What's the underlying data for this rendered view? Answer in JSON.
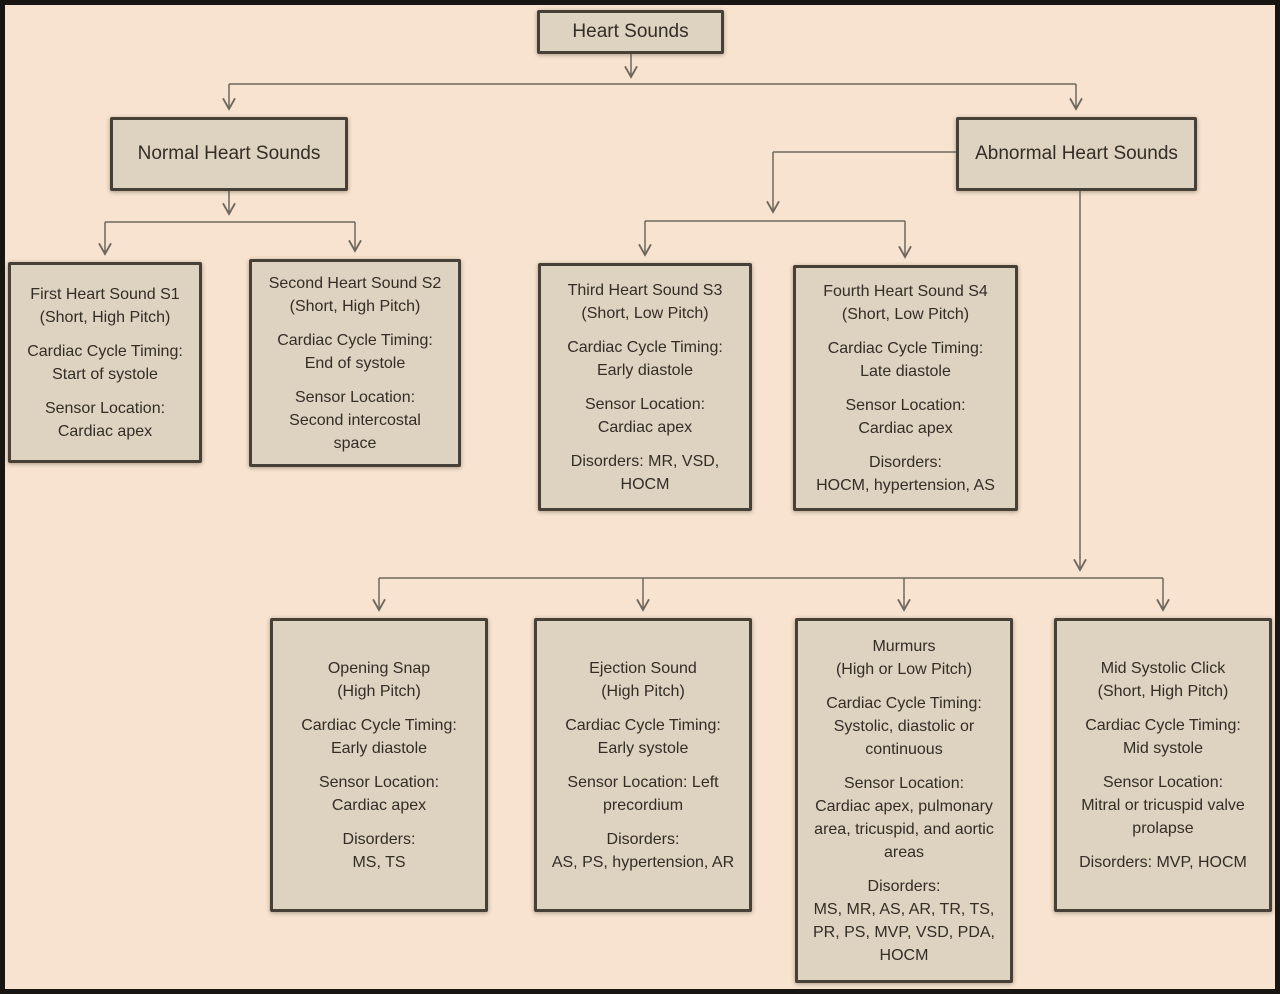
{
  "palette": {
    "background": "#f7e3cf",
    "box_fill": "#ded2c1",
    "box_border": "#474037",
    "connector_line": "#6f675d",
    "text_color": "#332d26",
    "outer_frame": "#181512"
  },
  "root": {
    "label": "Heart Sounds"
  },
  "branches": {
    "normal": {
      "label": "Normal Heart Sounds"
    },
    "abnormal": {
      "label": "Abnormal Heart Sounds"
    }
  },
  "nodes": [
    {
      "id": "s1",
      "sections": [
        [
          "First Heart Sound S1",
          "(Short, High Pitch)"
        ],
        [
          "Cardiac Cycle Timing:",
          "Start of systole"
        ],
        [
          "Sensor Location:",
          "Cardiac apex"
        ]
      ]
    },
    {
      "id": "s2",
      "sections": [
        [
          "Second Heart Sound S2",
          "(Short, High Pitch)"
        ],
        [
          "Cardiac Cycle Timing:",
          "End of systole"
        ],
        [
          "Sensor Location:",
          "Second intercostal",
          "space"
        ]
      ]
    },
    {
      "id": "s3",
      "sections": [
        [
          "Third Heart Sound S3",
          "(Short, Low Pitch)"
        ],
        [
          "Cardiac Cycle Timing:",
          "Early diastole"
        ],
        [
          "Sensor Location:",
          "Cardiac apex"
        ],
        [
          "Disorders: MR, VSD,",
          "HOCM"
        ]
      ]
    },
    {
      "id": "s4",
      "sections": [
        [
          "Fourth Heart Sound S4",
          "(Short, Low Pitch)"
        ],
        [
          "Cardiac Cycle Timing:",
          "Late diastole"
        ],
        [
          "Sensor Location:",
          "Cardiac apex"
        ],
        [
          "Disorders:",
          "HOCM, hypertension, AS"
        ]
      ]
    },
    {
      "id": "opening-snap",
      "sections": [
        [
          "Opening Snap",
          "(High Pitch)"
        ],
        [
          "Cardiac Cycle Timing:",
          "Early diastole"
        ],
        [
          "Sensor Location:",
          "Cardiac apex"
        ],
        [
          "Disorders:",
          "MS, TS"
        ]
      ]
    },
    {
      "id": "ejection-sound",
      "sections": [
        [
          "Ejection Sound",
          "(High Pitch)"
        ],
        [
          "Cardiac Cycle Timing:",
          "Early systole"
        ],
        [
          "Sensor Location: Left",
          "precordium"
        ],
        [
          "Disorders:",
          "AS, PS, hypertension, AR"
        ]
      ]
    },
    {
      "id": "murmurs",
      "sections": [
        [
          "Murmurs",
          "(High or Low Pitch)"
        ],
        [
          "Cardiac Cycle Timing:",
          "Systolic, diastolic or",
          "continuous"
        ],
        [
          "Sensor Location:",
          "Cardiac apex, pulmonary",
          "area, tricuspid, and aortic",
          "areas"
        ],
        [
          "Disorders:",
          "MS, MR, AS, AR, TR, TS,",
          "PR, PS, MVP, VSD, PDA,",
          "HOCM"
        ]
      ]
    },
    {
      "id": "mid-systolic-click",
      "sections": [
        [
          "Mid Systolic Click",
          "(Short, High Pitch)"
        ],
        [
          "Cardiac Cycle Timing:",
          "Mid systole"
        ],
        [
          "Sensor Location:",
          "Mitral or tricuspid valve",
          "prolapse"
        ],
        [
          "Disorders: MVP, HOCM"
        ]
      ]
    }
  ]
}
